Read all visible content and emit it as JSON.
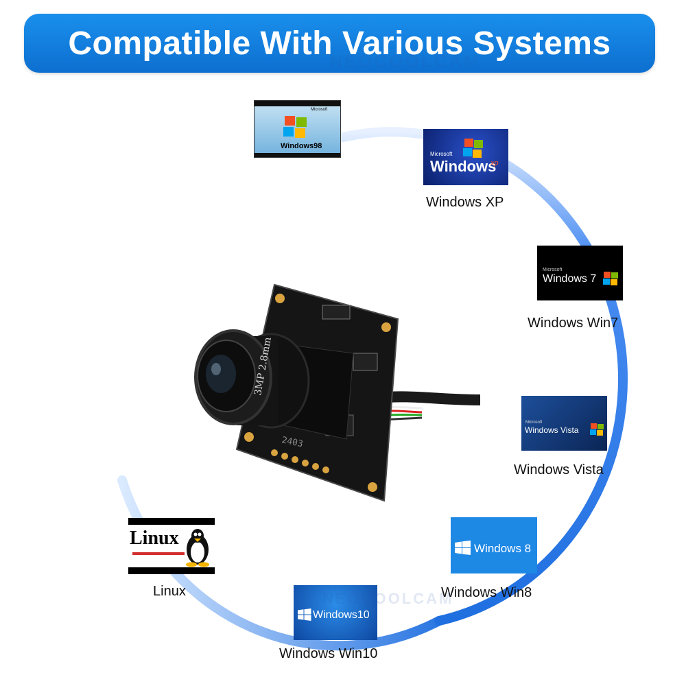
{
  "banner": {
    "title": "Compatible With Various Systems"
  },
  "watermark": "NEOCOOLCAM",
  "camera": {
    "lens_text": "3MP 2.8mm",
    "board_text": "2403"
  },
  "systems": [
    {
      "id": "win98",
      "logo_small": "Microsoft",
      "logo_text": "Windows98",
      "caption": ""
    },
    {
      "id": "winxp",
      "logo_small": "Microsoft",
      "logo_text": "Windows",
      "logo_suffix": "xp",
      "caption": "Windows XP"
    },
    {
      "id": "win7",
      "logo_small": "Microsoft",
      "logo_text": "Windows 7",
      "caption": "Windows Win7"
    },
    {
      "id": "vista",
      "logo_small": "Microsoft",
      "logo_text": "Windows Vista",
      "caption": "Windows Vista"
    },
    {
      "id": "win8",
      "logo_text": "Windows 8",
      "caption": "Windows Win8"
    },
    {
      "id": "win10",
      "logo_text": "Windows10",
      "caption": "Windows Win10"
    },
    {
      "id": "linux",
      "logo_text": "Linux",
      "caption": "Linux"
    }
  ],
  "colors": {
    "banner": "#1a8fec",
    "ring": "#1f6fe0",
    "win8_tile": "#1e88e5",
    "win10_tile": "#1565c0"
  }
}
